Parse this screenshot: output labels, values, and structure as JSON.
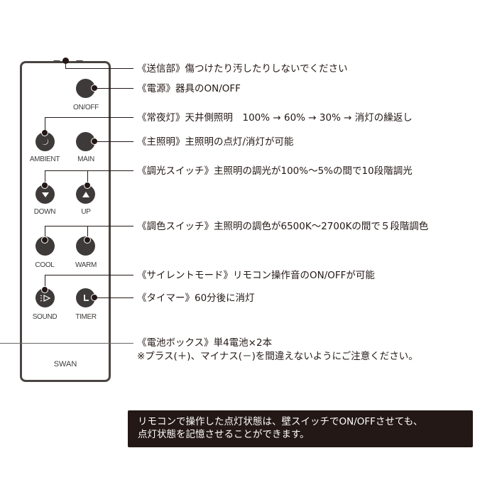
{
  "remote": {
    "brand": "SWAN",
    "buttons": [
      {
        "id": "onoff",
        "label": "ON/OFF",
        "icon": "power-button"
      },
      {
        "id": "ambient",
        "label": "AMBIENT",
        "icon": "moon-icon"
      },
      {
        "id": "main",
        "label": "MAIN",
        "icon": "main-light-icon"
      },
      {
        "id": "down",
        "label": "DOWN",
        "icon": "triangle-down-icon"
      },
      {
        "id": "up",
        "label": "UP",
        "icon": "triangle-up-icon"
      },
      {
        "id": "cool",
        "label": "COOL",
        "icon": "cool-icon"
      },
      {
        "id": "warm",
        "label": "WARM",
        "icon": "warm-icon"
      },
      {
        "id": "sound",
        "label": "SOUND",
        "icon": "speaker-icon"
      },
      {
        "id": "timer",
        "label": "TIMER",
        "icon": "clock-icon"
      }
    ]
  },
  "annotations": {
    "transmitter": "《送信部》傷つけたり汚したりしないでください",
    "power": "《電源》器具のON/OFF",
    "ambient": "《常夜灯》天井側照明　100% → 60% → 30% → 消灯の繰返し",
    "main": "《主照明》主照明の点灯/消灯が可能",
    "dimmer": "《調光スイッチ》主照明の調光が100%～5%の間で10段階調光",
    "color": "《調色スイッチ》主照明の調色が6500K～2700Kの間で５段階調色",
    "silent": "《サイレントモード》リモコン操作音のON/OFFが可能",
    "timer": "《タイマー》60分後に消灯",
    "battery_line1": "《電池ボックス》単4電池×2本",
    "battery_line2": "※プラス(＋)、マイナス(－)を間違えないようにご注意ください。"
  },
  "note": {
    "line1": "リモコンで操作した点灯状態は、壁スイッチでON/OFFさせても、",
    "line2": "点灯状態を記憶させることができます。"
  },
  "colors": {
    "ink": "#231815",
    "button": "#3e3a39",
    "remote_outline": "#4a4442",
    "note_bg": "#231815"
  }
}
